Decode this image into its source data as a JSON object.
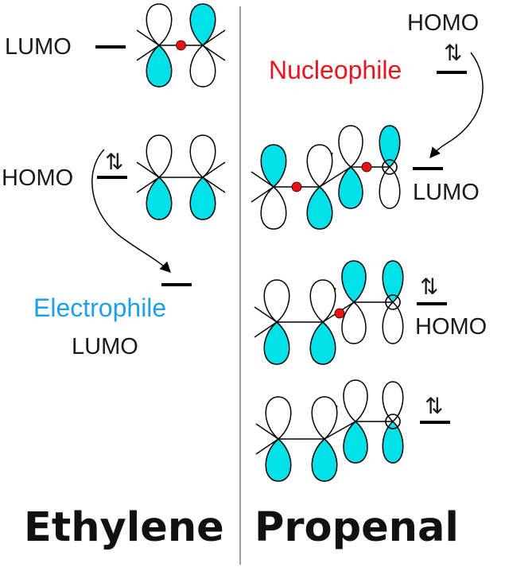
{
  "colors": {
    "lobe_fill": "#00e0e8",
    "node_dot": "#ee1111",
    "nucleophile": "#e8141e",
    "electrophile": "#1ea0e6",
    "divider": "#9a9a9a"
  },
  "ethylene": {
    "lumo_label": "LUMO",
    "homo_label": "HOMO",
    "electrophile_label": "Electrophile",
    "electrophile_lumo_label": "LUMO",
    "homo_occupancy": "⇅",
    "title": "Ethylene"
  },
  "propenal": {
    "homo_label": "HOMO",
    "homo_occupancy": "⇅",
    "nucleophile_label": "Nucleophile",
    "lumo_label": "LUMO",
    "second_homo_label": "HOMO",
    "second_homo_occupancy": "⇅",
    "lowest_occupancy": "⇅",
    "title": "Propenal"
  }
}
